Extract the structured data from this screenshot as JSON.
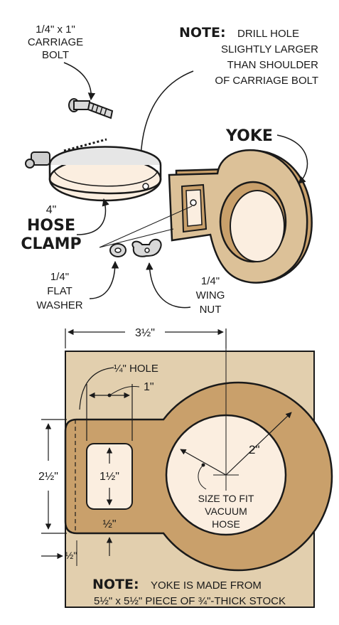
{
  "top": {
    "carriage_bolt_label": [
      "1/4\" x 1\"",
      "CARRIAGE",
      "BOLT"
    ],
    "note_top": {
      "heading": "NOTE:",
      "lines": [
        "DRILL HOLE",
        "SLIGHTLY LARGER",
        "THAN SHOULDER",
        "OF CARRIAGE BOLT"
      ],
      "first_line_rest": "DRILL HOLE"
    },
    "yoke_label": "YOKE",
    "hose_clamp_label": [
      "4\"",
      "HOSE",
      "CLAMP"
    ],
    "flat_washer_label": [
      "1/4\"",
      "FLAT",
      "WASHER"
    ],
    "wing_nut_label": [
      "1/4\"",
      "WING",
      "NUT"
    ]
  },
  "bottom": {
    "dim_width": "3½\"",
    "hole_label": "¼\" HOLE",
    "dim_hole_offset": "1\"",
    "dim_height": "2½\"",
    "dim_slot": "1½\"",
    "dim_slot_bottom": "½\"",
    "dim_radius": "2\"",
    "dim_edge": "½\"",
    "size_note": [
      "SIZE TO FIT",
      "VACUUM",
      "HOSE"
    ],
    "note_bottom": {
      "heading": "NOTE:",
      "line1_rest": "YOKE IS MADE FROM",
      "line2": "5½\" x 5½\" PIECE OF ¾\"-THICK STOCK"
    }
  },
  "colors": {
    "wood": "#dcc198",
    "wood_dark": "#c9a06b",
    "wood_stock": "#e2cfae",
    "hole_fill": "#fbeee0",
    "ink": "#1a1a1a",
    "metal": "#d9d9d9"
  }
}
